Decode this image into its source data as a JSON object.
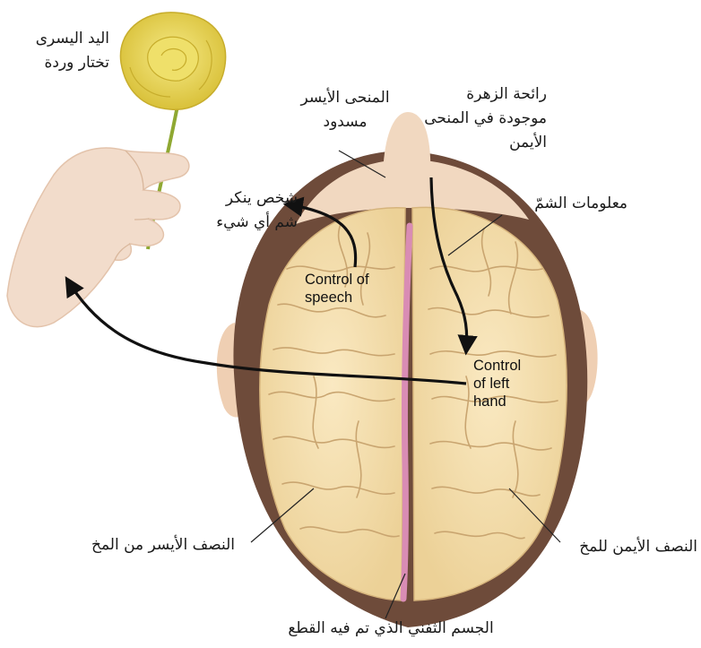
{
  "labels": {
    "left_hand_rose": [
      "اليد اليسرى",
      "تختار وردة"
    ],
    "left_nostril_blocked": [
      "المنحى الأيسر",
      "مسدود"
    ],
    "rose_scent_right_nostril": [
      "رائحة الزهرة",
      "موجودة في المنحى",
      "الأيمن"
    ],
    "denies_smell": [
      "شخص ينكر",
      "شم أي شيء"
    ],
    "smell_information": "معلومات الشمّ",
    "control_of_speech": [
      "Control of",
      "speech"
    ],
    "control_of_left_hand": [
      "Control",
      "of left",
      "hand"
    ],
    "left_hemisphere": "النصف الأيسر من المخ",
    "right_hemisphere": "النصف الأيمن للمخ",
    "corpus_callosum_severed": "الجسم الثفني الذي تم فيه القطع"
  },
  "colors": {
    "brain": "#f5dfae",
    "brain_folds": "#c9a570",
    "hair": "#6e4b3a",
    "skin": "#f1d8c0",
    "corpus_callosum": "#d98cb4",
    "rose": "#ecd84e",
    "stem": "#8fa832",
    "arrow": "#111111"
  }
}
